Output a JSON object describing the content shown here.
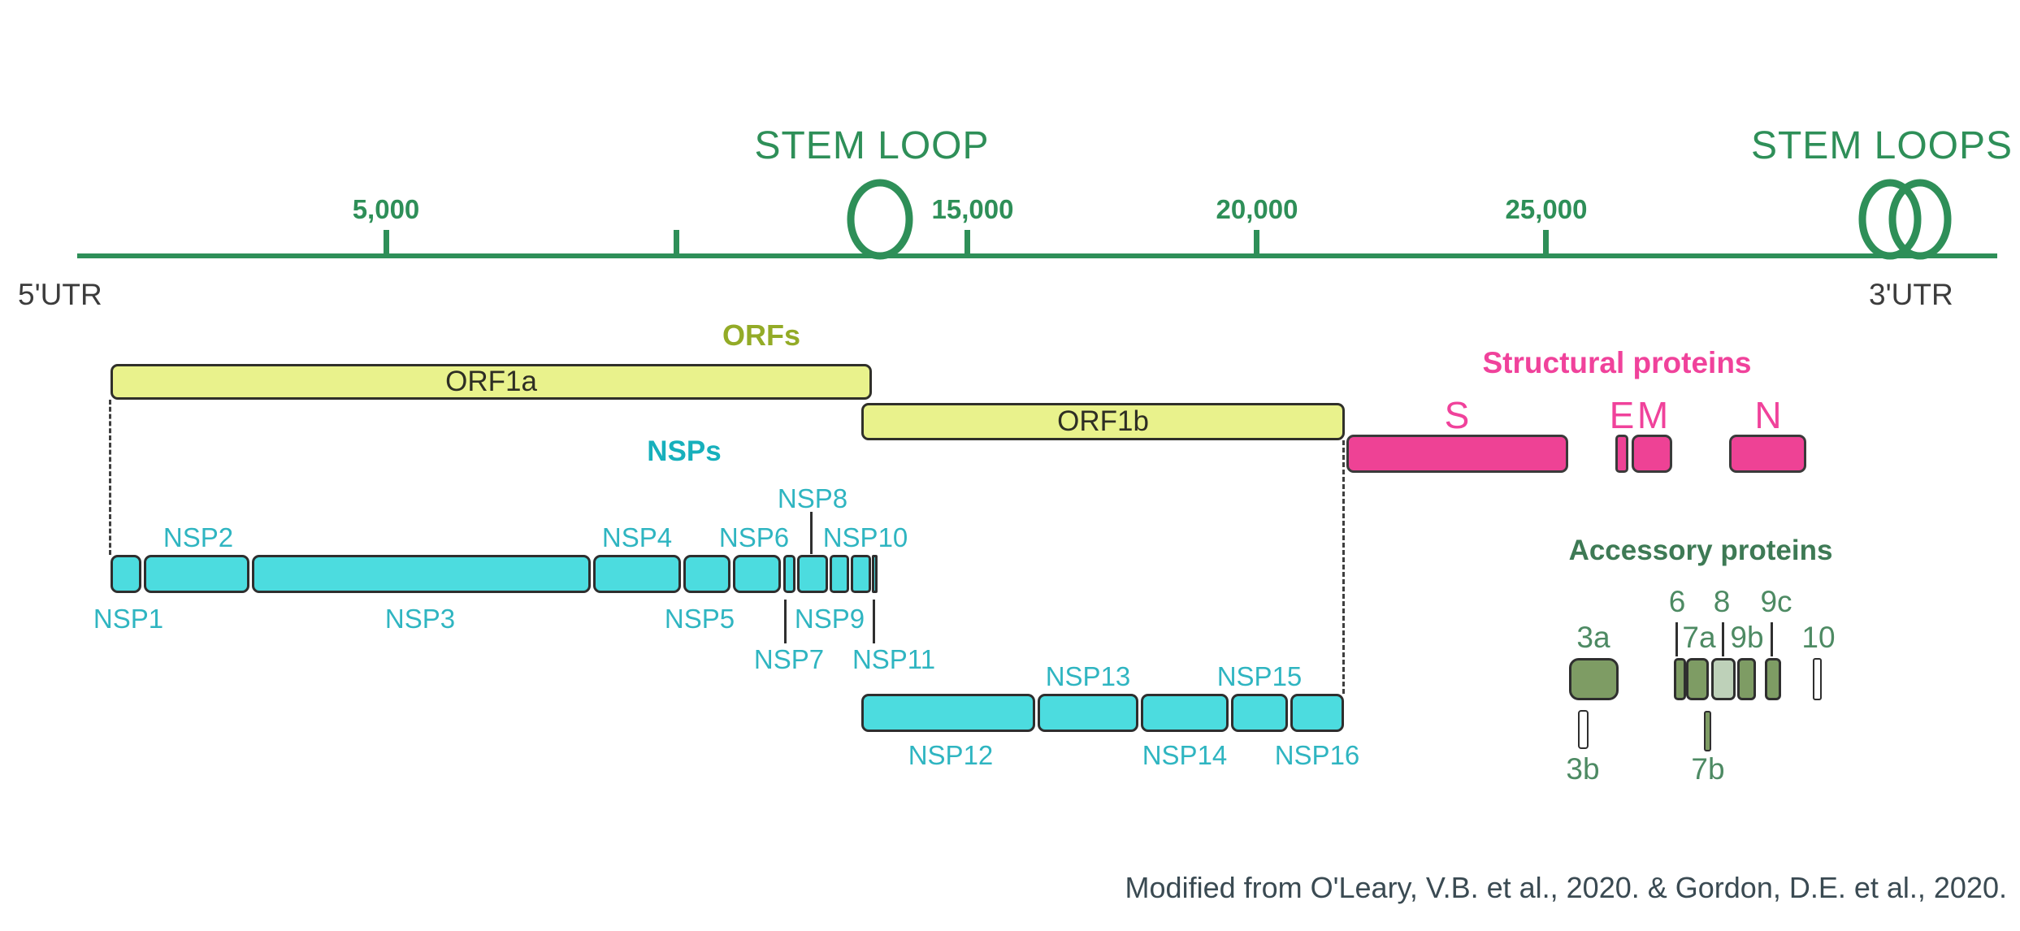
{
  "axis": {
    "stem_loop_title": "STEM LOOP",
    "stem_loops_title": "STEM LOOPS",
    "utr5": "5'UTR",
    "utr3": "3'UTR",
    "tick_labels": [
      "5,000",
      "15,000",
      "20,000",
      "25,000"
    ],
    "tick_values": [
      5000,
      15000,
      20000,
      25000
    ],
    "unlabeled_tick_value": 10000
  },
  "orfs": {
    "heading": "ORFs",
    "orf1a": "ORF1a",
    "orf1b": "ORF1b"
  },
  "nsps": {
    "heading": "NSPs",
    "nsp1": "NSP1",
    "nsp2": "NSP2",
    "nsp3": "NSP3",
    "nsp4": "NSP4",
    "nsp5": "NSP5",
    "nsp6": "NSP6",
    "nsp7": "NSP7",
    "nsp8": "NSP8",
    "nsp9": "NSP9",
    "nsp10": "NSP10",
    "nsp11": "NSP11",
    "nsp12": "NSP12",
    "nsp13": "NSP13",
    "nsp14": "NSP14",
    "nsp15": "NSP15",
    "nsp16": "NSP16"
  },
  "structural": {
    "heading": "Structural proteins",
    "s": "S",
    "e": "E",
    "m": "M",
    "n": "N"
  },
  "accessory": {
    "heading": "Accessory proteins",
    "p3a": "3a",
    "p3b": "3b",
    "p6": "6",
    "p7a": "7a",
    "p7b": "7b",
    "p8": "8",
    "p9b": "9b",
    "p9c": "9c",
    "p10": "10"
  },
  "citation": "Modified from O'Leary, V.B. et al., 2020. & Gordon, D.E. et al., 2020.",
  "colors": {
    "axis_green": "#2e8f58",
    "orf_fill": "#e9f28c",
    "orf_heading": "#93ab27",
    "nsp_fill": "#4cdcdf",
    "nsp_label": "#2fb5c1",
    "structural_pink": "#ee4295",
    "accessory_fill": "#7e9c64",
    "accessory_pale_fill": "#bed1b9",
    "accessory_label": "#4d8a63",
    "utr_text": "#3c3c3c",
    "citation_text": "#3a4a52",
    "bar_outline": "#30302a"
  }
}
